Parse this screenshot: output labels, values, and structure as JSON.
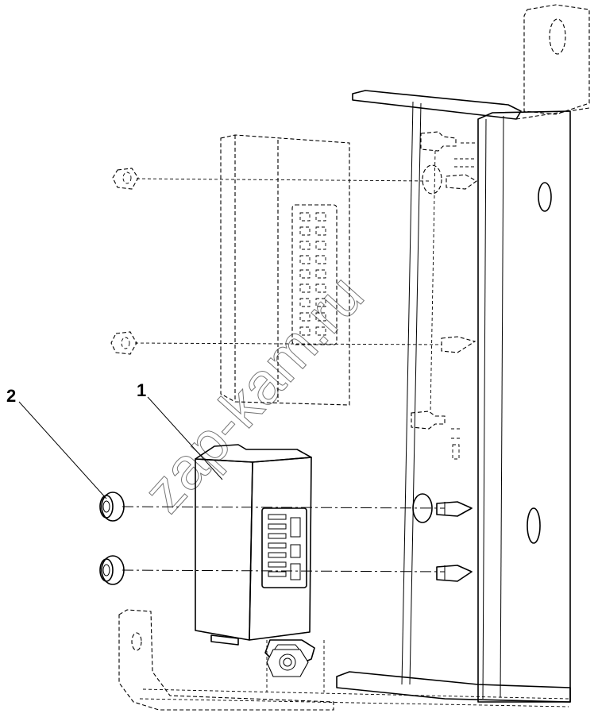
{
  "callouts": [
    {
      "number": "1"
    },
    {
      "number": "2"
    }
  ],
  "watermark": "zap-kam.ru"
}
